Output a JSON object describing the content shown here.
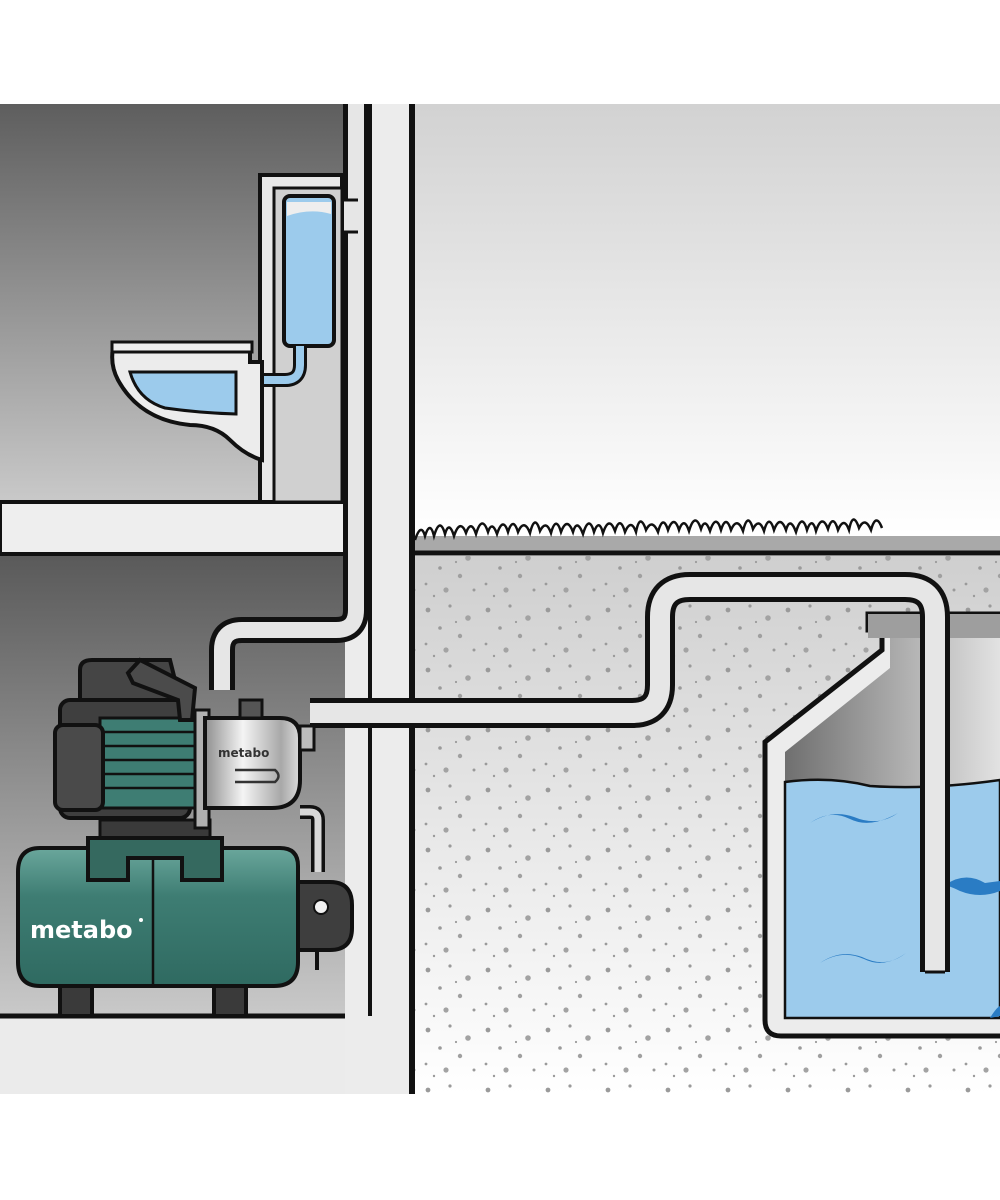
{
  "diagram": {
    "subject": "House water pump installation drawing water from an underground cistern",
    "pump": {
      "brand_label_tank": "metabo",
      "brand_label_pump": "metabo",
      "registered_mark": "°"
    },
    "colors": {
      "pump_green": "#3e7d73",
      "water_blue": "#9ccbec",
      "wave_blue": "#2a7cc4",
      "outline": "#111111",
      "pipe": "#e8e8e8",
      "wall_dark": "#5a5a5a",
      "wall_light": "#cfcfcf"
    },
    "components": [
      {
        "name": "toilet-cistern",
        "label": "Toilet cistern"
      },
      {
        "name": "toilet-bowl",
        "label": "Toilet bowl"
      },
      {
        "name": "pump-unit",
        "label": "Pump with pressure tank"
      },
      {
        "name": "suction-pipe",
        "label": "Suction pipe"
      },
      {
        "name": "underground-tank",
        "label": "Rainwater cistern"
      }
    ]
  }
}
